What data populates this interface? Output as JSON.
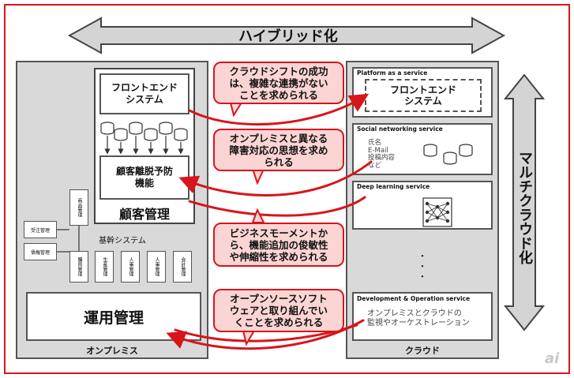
{
  "hybrid_label": "ハイブリッド化",
  "multicloud_label": "マルチクラウド化",
  "onprem": {
    "title": "オンプレミス",
    "frontend_system": "フロントエンド\nシステム",
    "churn_system": "顧客離脱予防\n機能",
    "customer_mgmt": "顧客管理",
    "core_system": "基幹システム",
    "ops_mgmt": "運用管理",
    "small_systems": [
      "受注管理",
      "債権管理",
      "商品管理",
      "購買管理",
      "生産管理",
      "人事管理",
      "人事管理",
      "会計管理"
    ]
  },
  "cloud": {
    "title": "クラウド",
    "paas_title": "Platform as a service",
    "paas_frontend": "フロントエンド\nシステム",
    "sns_title": "Social networking service",
    "sns_items": "氏名\nE-Mail\n投稿内容\nなど",
    "dl_title": "Deep learning service",
    "dots": "・\n・\n・",
    "devops_title": "Development & Operation service",
    "devops_desc": "オンプレミスとクラウドの\n監視やオーケストレーション"
  },
  "callouts": [
    "クラウドシフトの成功\nは、複雑な連携がない\nことを求められる",
    "オンプレミスと異なる\n障害対応の思想を求め\nられる",
    "ビジネスモーメントか\nら、機能追加の俊敏性\nや伸縮性を求められる",
    "オープンソースソフト\nウェアと取り組んでい\nくことを求められる"
  ],
  "watermark": "ai",
  "colors": {
    "frame": "#d9141b",
    "callout_fill": "#fbd5d3",
    "panel_gray": "#d9d9d9",
    "arrow_gray": "#c8c8c8"
  }
}
